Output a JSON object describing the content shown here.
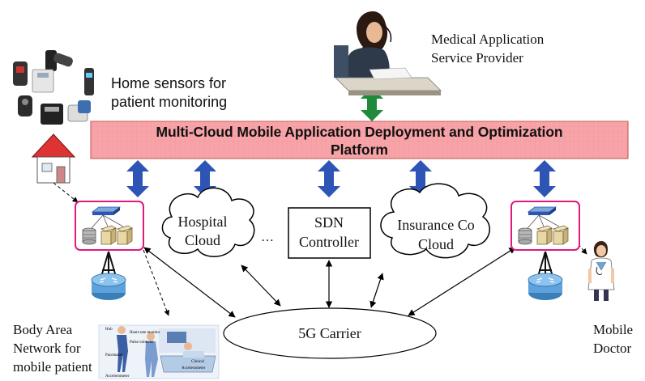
{
  "platform": {
    "line1": "Multi-Cloud Mobile Application Deployment and Optimization",
    "line2": "Platform"
  },
  "provider_label": {
    "line1": "Medical Application",
    "line2": "Service Provider"
  },
  "home_sensors_label": {
    "line1": "Home sensors for",
    "line2": "patient monitoring"
  },
  "hospital_cloud": {
    "line1": "Hospital",
    "line2": "Cloud"
  },
  "sdn_controller": {
    "line1": "SDN",
    "line2": "Controller"
  },
  "insurance_cloud": {
    "line1": "Insurance Co",
    "line2": "Cloud"
  },
  "ellipsis": "…",
  "carrier": "5G Carrier",
  "ban_label": {
    "line1": "Body Area",
    "line2": "Network for",
    "line3": "mobile patient"
  },
  "doctor_label": {
    "line1": "Mobile",
    "line2": "Doctor"
  },
  "colors": {
    "platform_fill": "#f7a3a7",
    "platform_border": "#c0504d",
    "blue_arrow": "#2e55b6",
    "green_arrow": "#1f8a3a",
    "edge_box": "#e0197d"
  }
}
